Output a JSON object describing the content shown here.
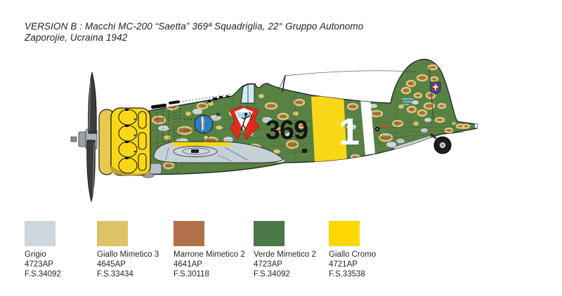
{
  "header": {
    "line1": "VERSION B : Macchi MC-200 “Saetta” 369ª Squadriglia, 22° Gruppo Autonomo",
    "line2": "Zaporojie, Ucraina 1942"
  },
  "aircraft": {
    "fuselage_code": "369",
    "individual_number": "1"
  },
  "palette": [
    {
      "name": "Grigio",
      "code": "4723AP",
      "fs": "F.S.34092",
      "hex": "#cdd7dd"
    },
    {
      "name": "Giallo Mimetico 3",
      "code": "4645AP",
      "fs": "F.S.33434",
      "hex": "#ddc266"
    },
    {
      "name": "Marrone Mimetico 2",
      "code": "4641AP",
      "fs": "F.S.30118",
      "hex": "#b17049"
    },
    {
      "name": "Verde Mimetico 2",
      "code": "4723AP",
      "fs": "F.S.34092",
      "hex": "#4c7747"
    },
    {
      "name": "Giallo Cromo",
      "code": "4721AP",
      "fs": "F.S.33538",
      "hex": "#fed803"
    }
  ],
  "artwork_colors": {
    "camo_green": "#588144",
    "camo_brown": "#a6703e",
    "camo_tan": "#dcc470",
    "underside_grey": "#c6d0d7",
    "cowling_yellow": "#f8d816",
    "band_yellow": "#f8d816",
    "canopy_blue": "#cfe9f5",
    "emblem_red": "#df2b1e",
    "medallion_blue": "#2e7cc2"
  }
}
